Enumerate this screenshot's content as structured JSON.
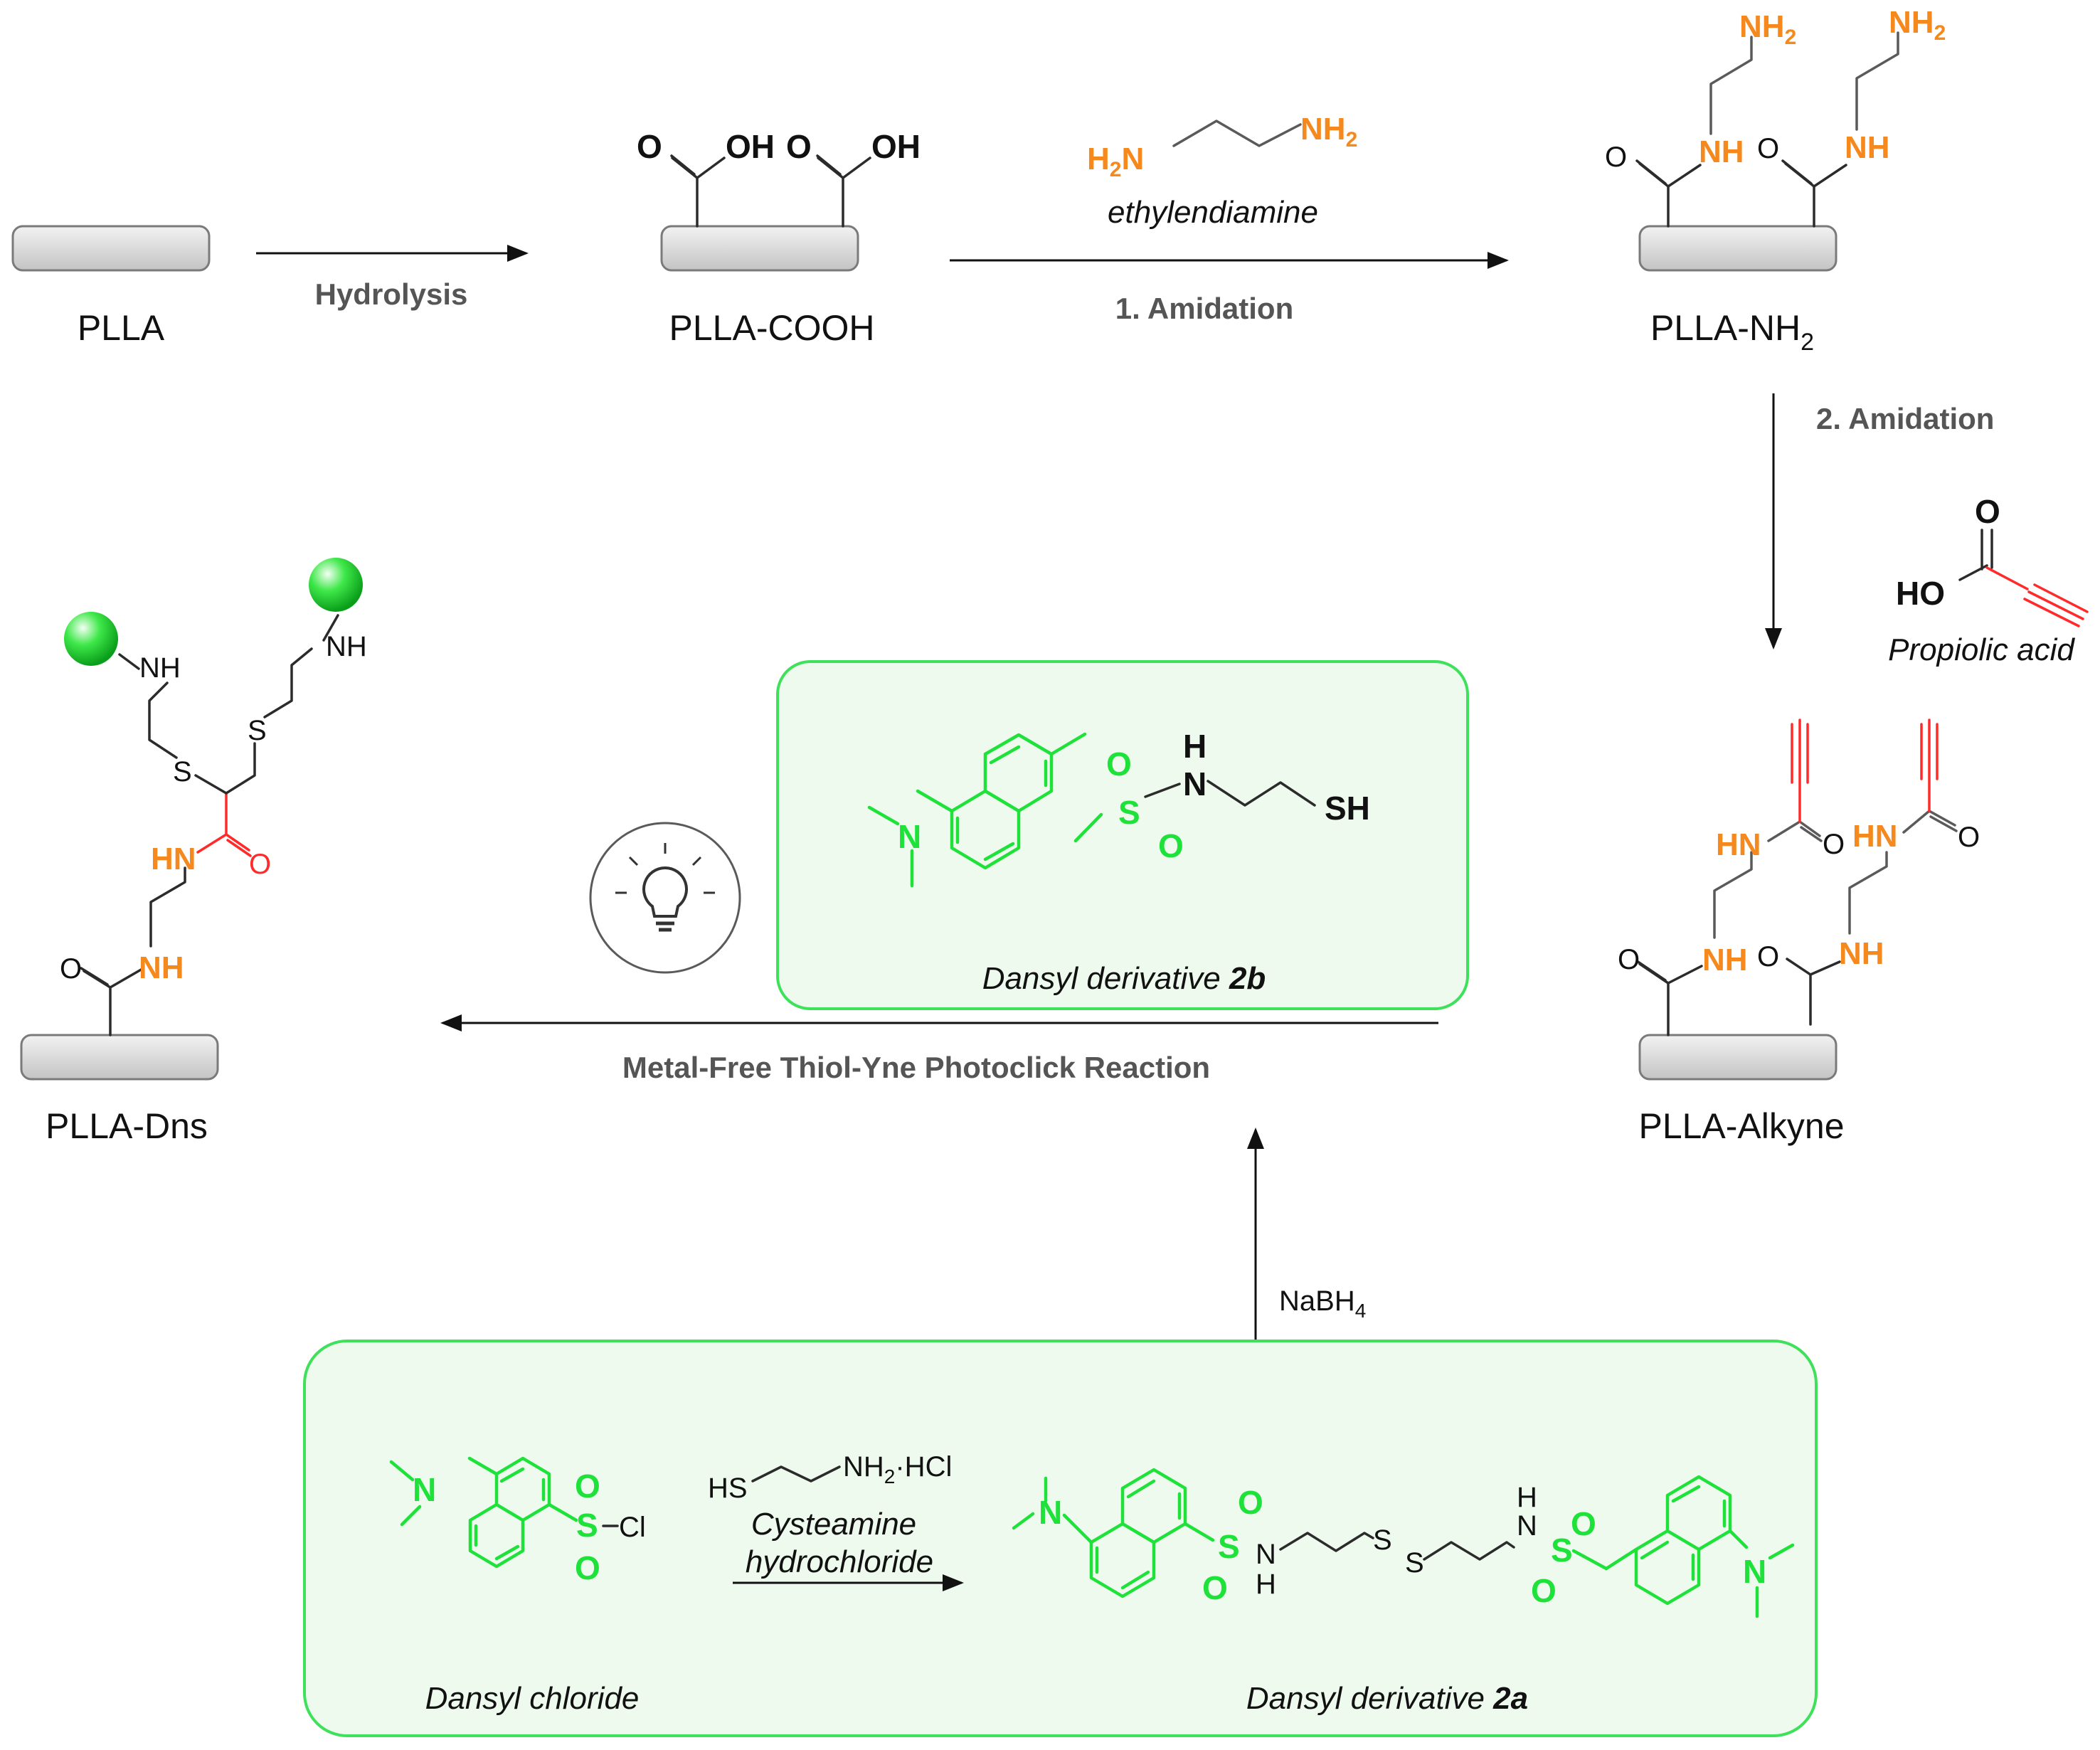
{
  "labels": {
    "plla": "PLLA",
    "plla_cooh": "PLLA-COOH",
    "plla_nh2": "PLLA-NH",
    "plla_nh2_sub": "2",
    "plla_alkyne": "PLLA-Alkyne",
    "plla_dns": "PLLA-Dns"
  },
  "steps": {
    "hydrolysis": "Hydrolysis",
    "amidation1": "1. Amidation",
    "amidation2": "2. Amidation",
    "photoclick": "Metal-Free Thiol-Yne Photoclick Reaction",
    "nabh4": "NaBH",
    "nabh4_sub": "4"
  },
  "reagents": {
    "ethylenediamine": "ethylendiamine",
    "propiolic_acid": "Propiolic acid",
    "cysteamine_line1": "Cysteamine",
    "cysteamine_line2": "hydrochloride",
    "cysteamine_formula_hs": "HS",
    "cysteamine_formula_nh2": "NH",
    "cysteamine_formula_hcl": "·HCl"
  },
  "compounds": {
    "dansyl_chloride": "Dansyl chloride",
    "dansyl_2a_prefix": "Dansyl derivative ",
    "dansyl_2a_bold": "2a",
    "dansyl_2b_prefix": "Dansyl derivative ",
    "dansyl_2b_bold": "2b"
  },
  "atoms": {
    "O": "O",
    "OH": "OH",
    "HO": "HO",
    "NH": "NH",
    "HN": "HN",
    "H2N": "H",
    "N": "N",
    "H": "H",
    "S": "S",
    "SH": "SH",
    "Cl": "Cl",
    "two": "2"
  },
  "colors": {
    "amine_orange": "#f5891e",
    "dansyl_green": "#1ee23a",
    "alkyne_red": "#ff2a2a",
    "box_fill": "#eefaee",
    "box_stroke": "#3fe05a",
    "surface_gray": "#d4d4d4"
  },
  "icons": [
    "lightbulb-icon",
    "fluorophore-sphere-icon"
  ]
}
